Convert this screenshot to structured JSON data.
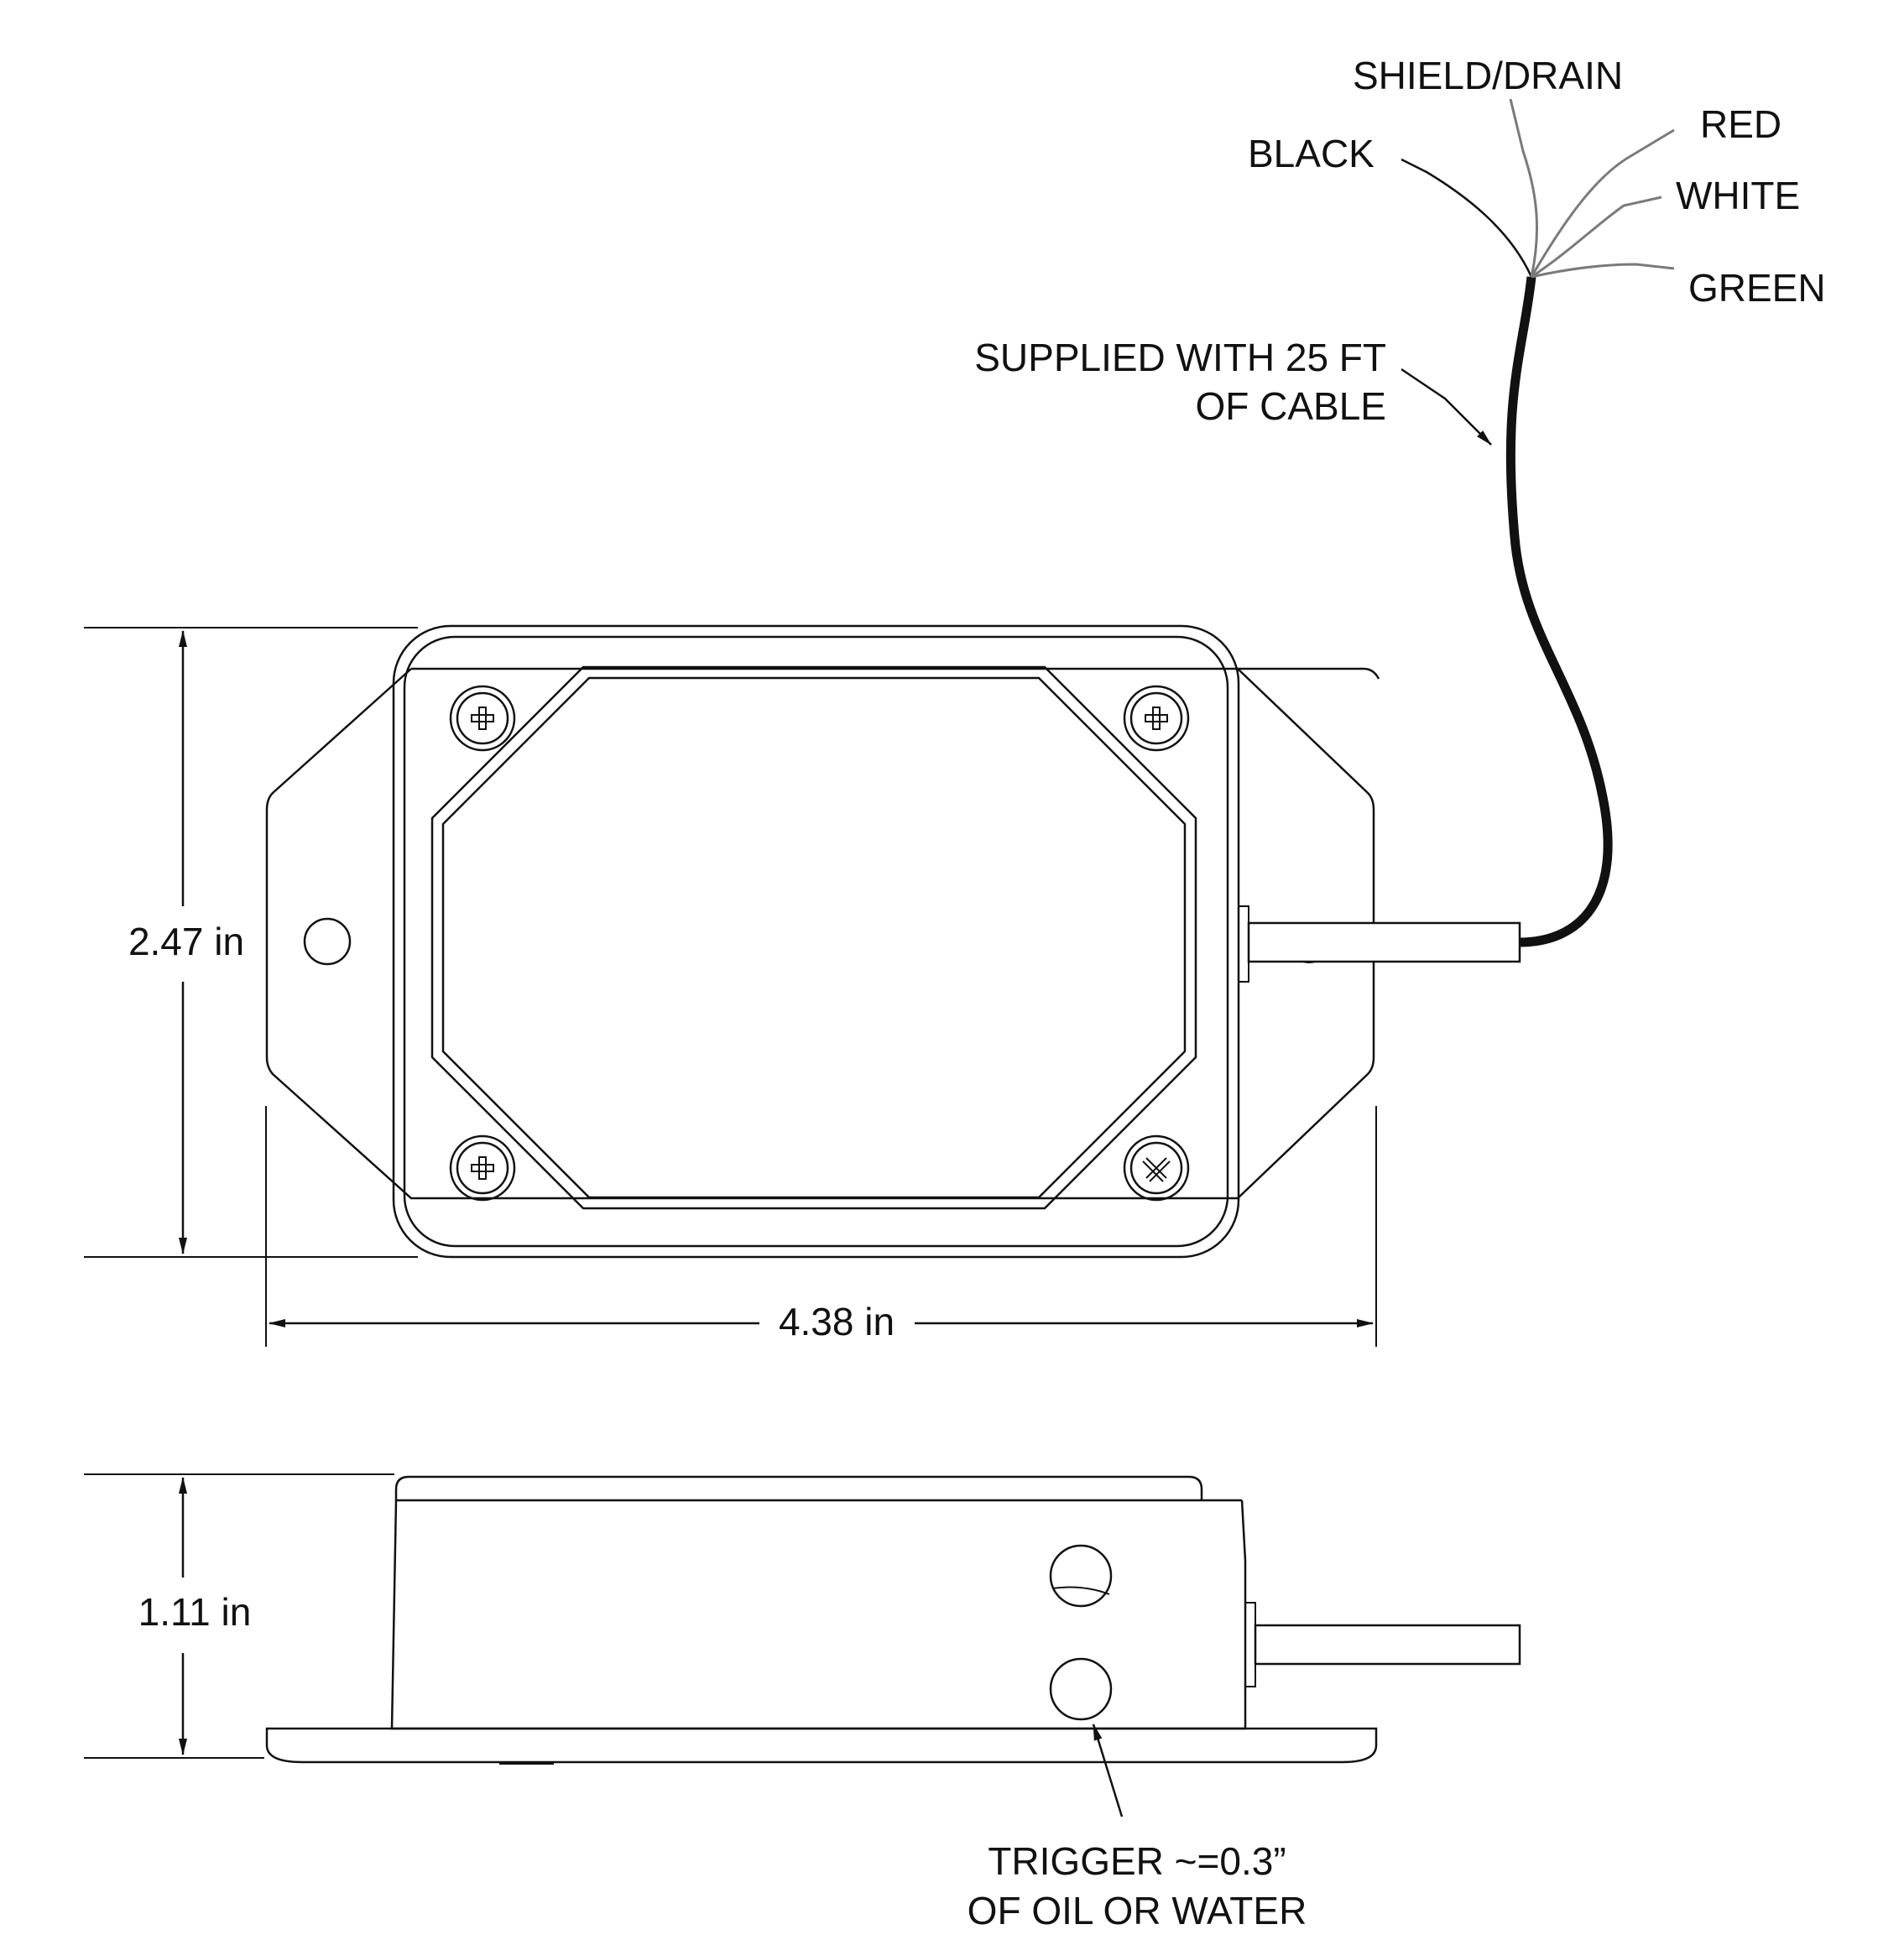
{
  "top_view": {
    "height_dimension": "2.47 in",
    "width_dimension": "4.38 in"
  },
  "side_view": {
    "height_dimension": "1.11 in"
  },
  "cable": {
    "callout_line1": "SUPPLIED WITH 25 FT",
    "callout_line2": "OF CABLE",
    "wires": [
      {
        "label": "SHIELD/DRAIN",
        "color": "#7a7a7a"
      },
      {
        "label": "BLACK",
        "color": "#111111"
      },
      {
        "label": "RED",
        "color": "#7a7a7a"
      },
      {
        "label": "WHITE",
        "color": "#7a7a7a"
      },
      {
        "label": "GREEN",
        "color": "#7a7a7a"
      }
    ]
  },
  "trigger": {
    "line1": "TRIGGER ~=0.3”",
    "line2": "OF OIL OR WATER"
  }
}
